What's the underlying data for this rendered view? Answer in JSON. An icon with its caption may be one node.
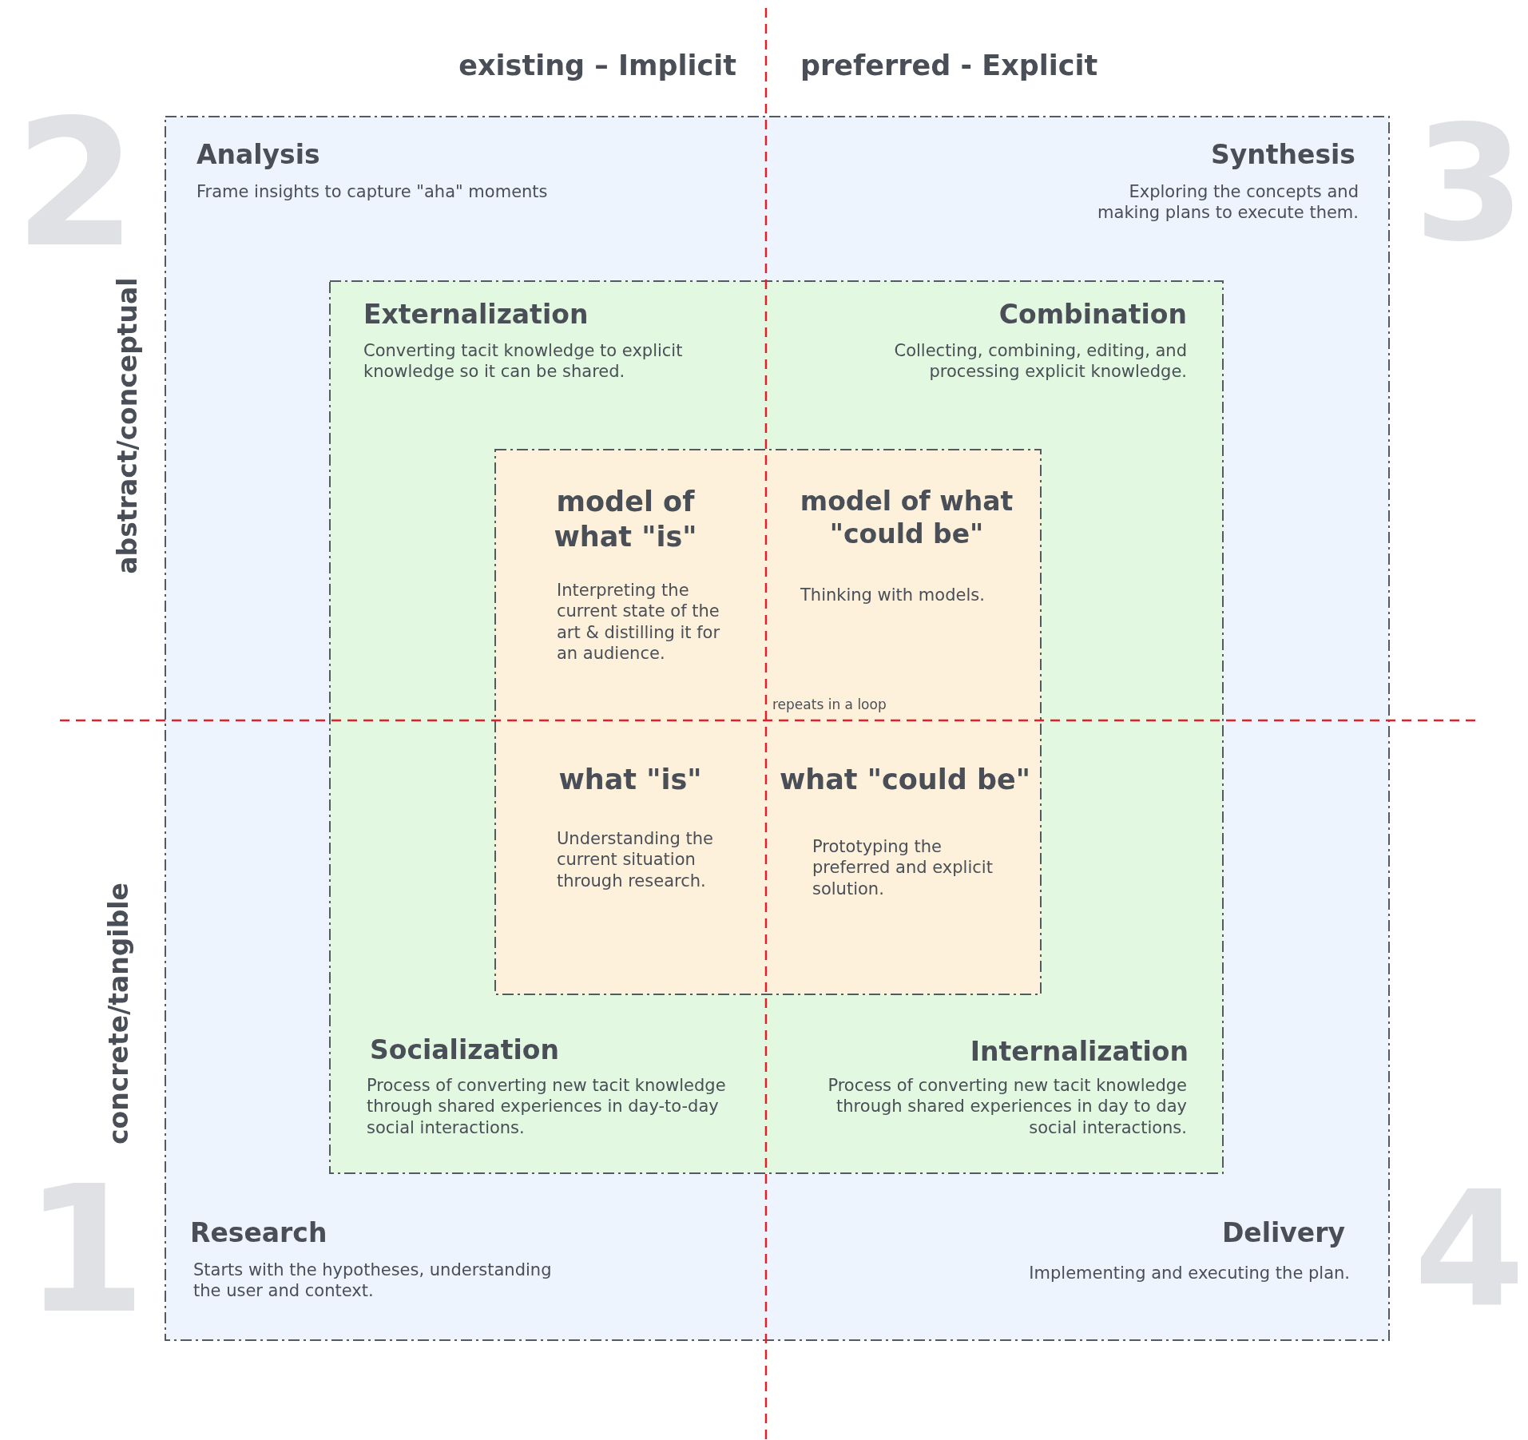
{
  "diagram": {
    "nodes": [
      {
        "text": [
          "Analysis",
          "Frame insights to capture \"aha\" moments",
          "Synthesis",
          "Exploring the concepts and making plans to execute them.",
          "Research",
          "Starts with the hypotheses, understanding the user and context.",
          "Delivery",
          "Implementing and executing the plan."
        ]
      },
      {
        "text": [
          "Externalization",
          "Converting tacit knowledge to explicit knowledge so it can be shared.",
          "Combination",
          "Collecting, combining, editing, and processing explicit knowledge.",
          "Socialization",
          "Process of converting new tacit knowledge through shared experiences in day-to-day social interactions.",
          "Internalization",
          "Process of converting new tacit knowledge through shared experiences in day to day social interactions."
        ],
        "in": 0
      },
      {
        "text": [
          "model of what \"is\"",
          "Interpreting the current state of the art & distilling it for an audience.",
          "model of what \"could be\"",
          "Thinking with models.",
          "what \"is\"",
          "Understanding the current situation through research.",
          "what \"could be\"",
          "Prototyping the preferred and explicit solution."
        ],
        "in": 1
      }
    ],
    "edges": [],
    "labels": [
      "existing – Implicit",
      "preferred - Explicit",
      "2",
      "3",
      "abstract/conceptual",
      "repeats in a loop",
      "concrete/tangible",
      "1",
      "4"
    ]
  }
}
